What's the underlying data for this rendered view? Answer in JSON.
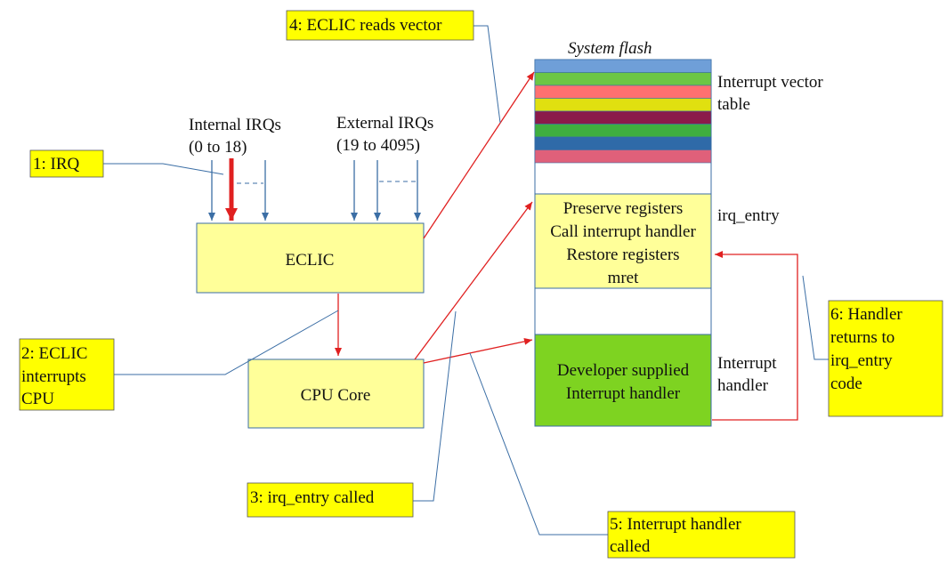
{
  "callouts": {
    "irq": "1: IRQ",
    "eclic_interrupts": [
      "2: ECLIC",
      "interrupts",
      "CPU"
    ],
    "irq_entry_called": "3: irq_entry called",
    "eclic_reads_vector": "4: ECLIC reads vector",
    "handler_called": [
      "5: Interrupt handler",
      "called"
    ],
    "handler_returns": [
      "6: Handler",
      "returns to",
      "irq_entry",
      "code"
    ]
  },
  "labels": {
    "internal_irqs": [
      "Internal IRQs",
      "(0 to 18)"
    ],
    "external_irqs": [
      "External IRQs",
      "(19 to 4095)"
    ],
    "system_flash": "System flash",
    "interrupt_vector_table": [
      "Interrupt vector",
      "table"
    ],
    "irq_entry": "irq_entry",
    "interrupt_handler": [
      "Interrupt",
      "handler"
    ]
  },
  "boxes": {
    "eclic": "ECLIC",
    "cpu_core": "CPU Core",
    "irq_entry_code": [
      "Preserve registers",
      "Call interrupt handler",
      "Restore registers",
      "mret"
    ],
    "developer_handler": [
      "Developer supplied",
      "Interrupt handler"
    ]
  },
  "colors": {
    "callout_fill": "#ffff00",
    "box_fill": "#ffff99",
    "handler_fill": "#7ed321",
    "blue_line": "#3b6ea5",
    "red_line": "#e02020",
    "vector_stripes": [
      "#6f9fd8",
      "#6cc644",
      "#ff7070",
      "#e0e010",
      "#8b1a4a",
      "#3fae3f",
      "#2f6aa8",
      "#e0607a"
    ]
  }
}
